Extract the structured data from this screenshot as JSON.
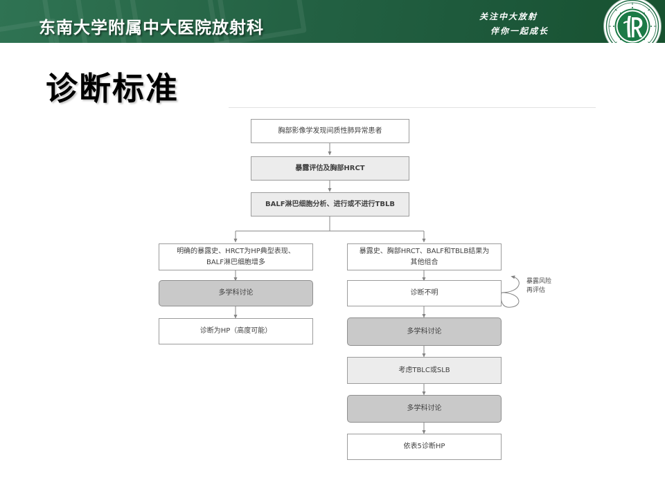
{
  "header": {
    "institution": "东南大学附属中大医院放射科",
    "slogan_line1": "关注中大放射",
    "slogan_line2": "伴你一起成长",
    "logo_alt": "东南大学附属中大医院放射科徽标",
    "brand_green_dark": "#17512f",
    "brand_green_light": "#2f7353"
  },
  "slide": {
    "title": "诊断标准"
  },
  "flowchart": {
    "node_fill_white": "#ffffff",
    "node_fill_shade": "#ececec",
    "node_fill_gray": "#c9c9c9",
    "node_border": "#9b9b9b",
    "nodes": {
      "n1": "胸部影像学发现间质性肺异常患者",
      "n2": "暴露评估及胸部HRCT",
      "n3": "BALF淋巴细胞分析、进行或不进行TBLB",
      "left1_line1": "明确的暴露史、HRCT为HP典型表现、",
      "left1_line2": "BALF淋巴细胞增多",
      "left2": "多学科讨论",
      "left3": "诊断为HP（高度可能）",
      "right1_line1": "暴露史、胸部HRCT、BALF和TBLB结果为",
      "right1_line2": "其他组合",
      "right2": "诊断不明",
      "right3": "多学科讨论",
      "right4": "考虑TBLC或SLB",
      "right5": "多学科讨论",
      "right6": "依表5诊断HP"
    },
    "loop_label_line1": "暴露风险",
    "loop_label_line2": "再评估"
  }
}
